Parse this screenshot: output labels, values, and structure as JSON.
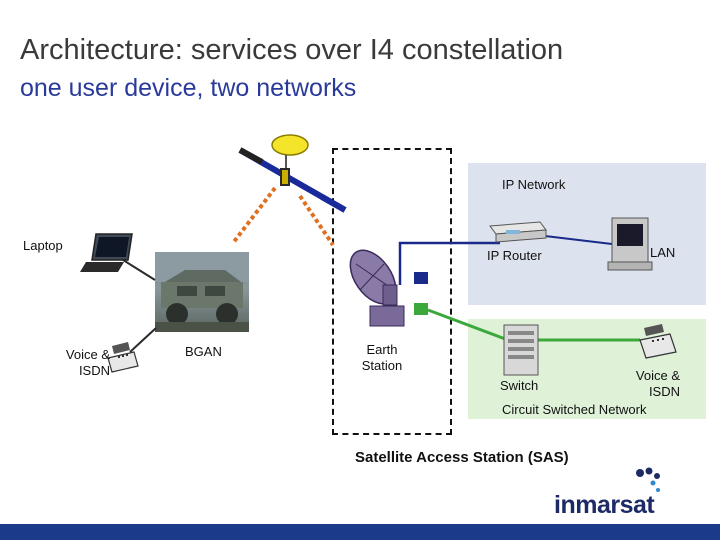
{
  "slide": {
    "title": "Architecture: services over I4 constellation",
    "subtitle": "one user device, two networks"
  },
  "networks": {
    "ip_network": "IP Network",
    "circuit_switched": "Circuit Switched Network"
  },
  "labels": {
    "laptop": "Laptop",
    "voice_isdn_left_1": "Voice &",
    "voice_isdn_left_2": "ISDN",
    "bgan": "BGAN",
    "earth_station_1": "Earth",
    "earth_station_2": "Station",
    "ip_router": "IP Router",
    "lan": "LAN",
    "switch": "Switch",
    "voice_isdn_right_1": "Voice &",
    "voice_isdn_right_2": "ISDN",
    "sas": "Satellite Access Station (SAS)"
  },
  "logo": {
    "text": "inmarsat"
  },
  "colors": {
    "title": "#3a3a3a",
    "subtitle": "#2a3a9a",
    "ip_link": "#1a2a8a",
    "cs_link": "#3aa83a",
    "radio_link": "#e07020",
    "brand_bar": "#1b3a8a"
  }
}
